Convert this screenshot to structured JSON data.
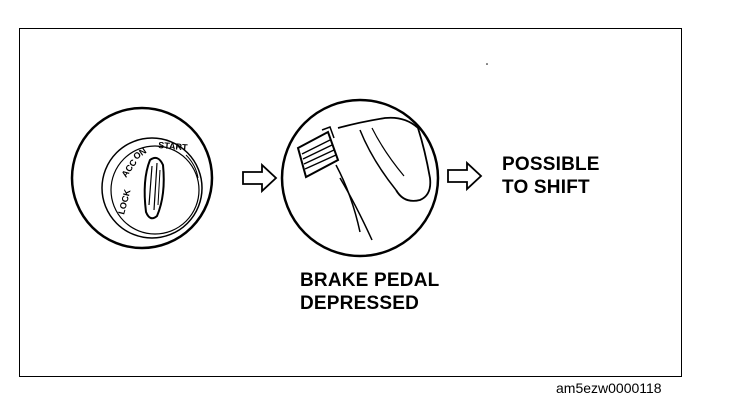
{
  "diagram": {
    "ignition_positions": [
      "LOCK",
      "ACC",
      "ON",
      "START"
    ],
    "brake_label_line1": "BRAKE PEDAL",
    "brake_label_line2": "DEPRESSED",
    "result_line1": "POSSIBLE",
    "result_line2": "TO SHIFT",
    "figure_code": "am5ezw0000118"
  }
}
